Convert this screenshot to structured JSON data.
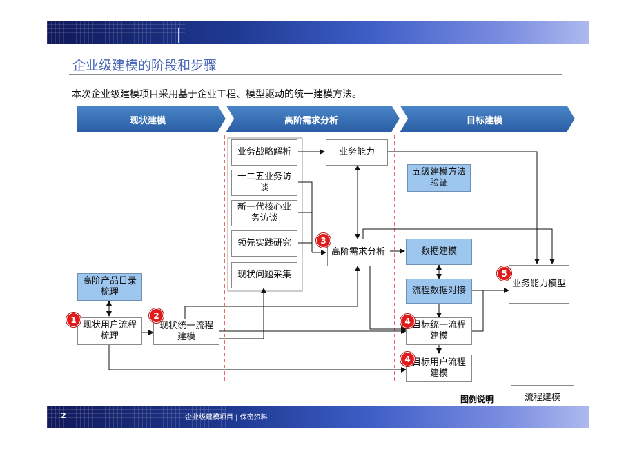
{
  "header": {
    "title": "企业级建模的阶段和步骤"
  },
  "intro": "本次企业级建模项目采用基于企业工程、模型驱动的统一建模方法。",
  "phases": [
    {
      "label": "现状建模"
    },
    {
      "label": "高阶需求分析"
    },
    {
      "label": "目标建模"
    }
  ],
  "boxes": {
    "strategy": "业务战略解析",
    "fiveyear": "十二五业务访谈",
    "newgen": "新一代核心业务访谈",
    "practice": "领先实践研究",
    "issues": "现状问题采集",
    "capability": "业务能力",
    "highreq": "高阶需求分析",
    "product": "高阶产品目录梳理",
    "curuser": "现状用户流程梳理",
    "curunified": "现状统一流程建模",
    "fivelevel": "五级建模方法验证",
    "datamodel": "数据建模",
    "flowdata": "流程数据对接",
    "capmodel": "业务能力模型",
    "tgtunified": "目标统一流程建模",
    "tgtuser": "目标用户流程建模"
  },
  "badges": {
    "b1": "1",
    "b2": "2",
    "b3": "3",
    "b4a": "4",
    "b4b": "4",
    "b5": "5"
  },
  "legend": {
    "label": "图例说明",
    "box": "流程建模"
  },
  "footer": {
    "page": "2",
    "text": "企业级建模项目 | 保密资料"
  },
  "colors": {
    "accent": "#2f63a8",
    "blue_box": "#9ec7ef",
    "badge": "#e01b1b",
    "divider": "#e23a3a"
  }
}
